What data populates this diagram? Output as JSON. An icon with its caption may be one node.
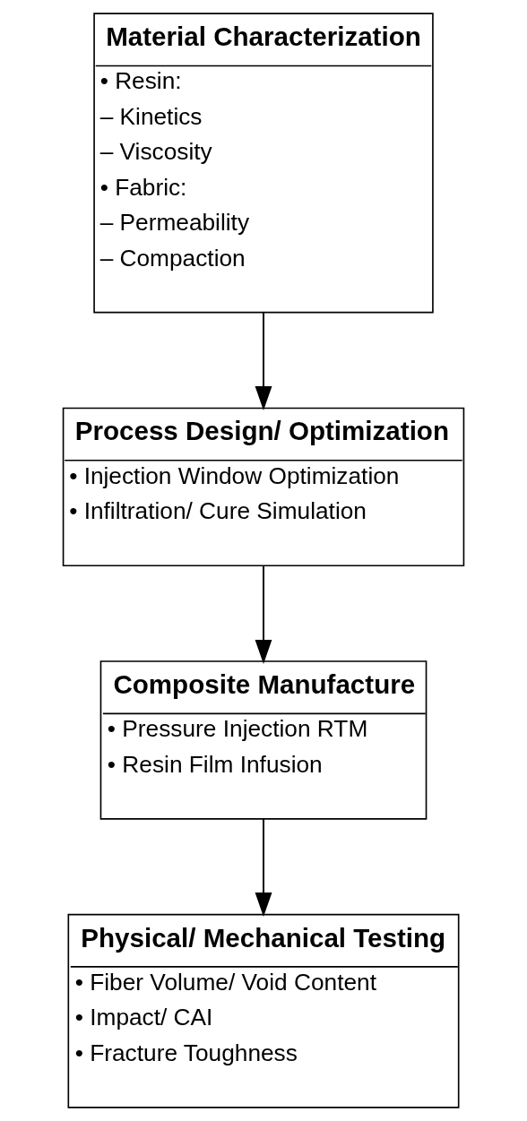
{
  "diagram": {
    "nodes": [
      {
        "text": [
          "Material Characterization",
          "• Resin:",
          "– Kinetics",
          "– Viscosity",
          "• Fabric:",
          "– Permeability",
          "– Compaction"
        ]
      },
      {
        "text": [
          "Process Design/ Optimization",
          "• Injection Window Optimization",
          "• Infiltration/ Cure Simulation"
        ]
      },
      {
        "text": [
          "Composite Manufacture",
          "• Pressure Injection RTM",
          "• Resin Film Infusion"
        ]
      },
      {
        "text": [
          "Physical/ Mechanical Testing",
          "• Fiber Volume/ Void Content",
          "• Impact/ CAI",
          "• Fracture Toughness"
        ]
      }
    ],
    "edges": [
      {
        "from": 0,
        "to": 1,
        "arrow": "to"
      },
      {
        "from": 1,
        "to": 2,
        "arrow": "to"
      },
      {
        "from": 2,
        "to": 3,
        "arrow": "to"
      }
    ]
  }
}
